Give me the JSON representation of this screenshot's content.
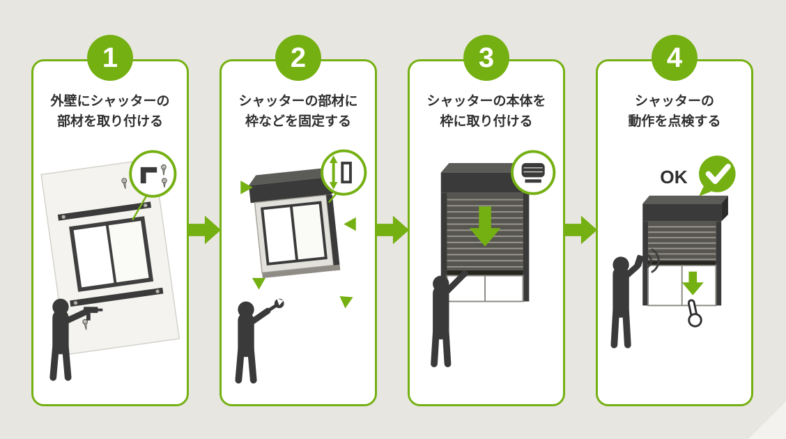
{
  "page": {
    "background": "#e8e6e1",
    "type": "shutter-installation-steps-infographic"
  },
  "colors": {
    "green": "#75b012",
    "dark": "#3a3a3a",
    "card_background": "#ffffff",
    "text": "#2e2e2e"
  },
  "steps": [
    {
      "number": "1",
      "title_line1": "外壁にシャッターの",
      "title_line2": "部材を取り付ける",
      "detail_icon": "bracket-and-screws-icon",
      "figure": "worker-with-drill"
    },
    {
      "number": "2",
      "title_line1": "シャッターの部材に",
      "title_line2": "枠などを固定する",
      "detail_icon": "frame-adjust-arrows-icon",
      "figure": "worker-with-wrench"
    },
    {
      "number": "3",
      "title_line1": "シャッターの本体を",
      "title_line2": "枠に取り付ける",
      "detail_icon": "rolled-shutter-icon",
      "figure": "worker-reaching-up"
    },
    {
      "number": "4",
      "title_line1": "シャッターの",
      "title_line2": "動作を点検する",
      "ok_label": "OK",
      "badge_icon": "check-icon",
      "figure": "worker-with-remote"
    }
  ],
  "flow_arrows": {
    "count": 3,
    "direction": "right",
    "icon": "right-arrow-icon"
  }
}
